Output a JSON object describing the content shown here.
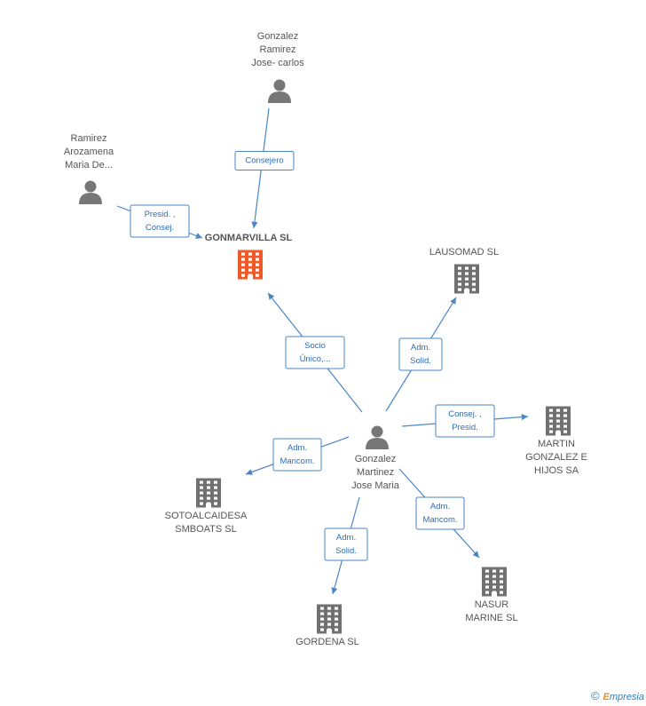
{
  "colors": {
    "edge": "#4a86c8",
    "person": "#777777",
    "company": "#707070",
    "main_company": "#f05a28"
  },
  "nodes": [
    {
      "id": "gonmarvilla",
      "kind": "company",
      "main": true,
      "lines": [
        "GONMARVILLA SL"
      ]
    },
    {
      "id": "gonzalez-ramirez",
      "kind": "person",
      "lines": [
        "Gonzalez",
        "Ramirez",
        "Jose- carlos"
      ]
    },
    {
      "id": "ramirez-arozamena",
      "kind": "person",
      "lines": [
        "Ramirez",
        "Arozamena",
        "Maria De..."
      ]
    },
    {
      "id": "gonzalez-martinez",
      "kind": "person",
      "lines": [
        "Gonzalez",
        "Martinez",
        "Jose Maria"
      ]
    },
    {
      "id": "lausomad",
      "kind": "company",
      "lines": [
        "LAUSOMAD  SL"
      ]
    },
    {
      "id": "martin-gonzalez",
      "kind": "company",
      "lines": [
        "MARTIN",
        "GONZALEZ E",
        "HIJOS SA"
      ]
    },
    {
      "id": "sotoalcaidesa",
      "kind": "company",
      "lines": [
        "SOTOALCAIDESA",
        "SMBOATS  SL"
      ]
    },
    {
      "id": "nasur",
      "kind": "company",
      "lines": [
        "NASUR",
        "MARINE  SL"
      ]
    },
    {
      "id": "gordena",
      "kind": "company",
      "lines": [
        "GORDENA SL"
      ]
    }
  ],
  "edges": [
    {
      "from": "gonzalez-ramirez",
      "to": "gonmarvilla",
      "label": [
        "Consejero"
      ]
    },
    {
      "from": "ramirez-arozamena",
      "to": "gonmarvilla",
      "label": [
        "Presid. ,",
        "Consej."
      ]
    },
    {
      "from": "gonzalez-martinez",
      "to": "gonmarvilla",
      "label": [
        "Socio",
        "Único,..."
      ]
    },
    {
      "from": "gonzalez-martinez",
      "to": "lausomad",
      "label": [
        "Adm.",
        "Solid."
      ]
    },
    {
      "from": "gonzalez-martinez",
      "to": "martin-gonzalez",
      "label": [
        "Consej. ,",
        "Presid."
      ]
    },
    {
      "from": "gonzalez-martinez",
      "to": "sotoalcaidesa",
      "label": [
        "Adm.",
        "Mancom."
      ]
    },
    {
      "from": "gonzalez-martinez",
      "to": "nasur",
      "label": [
        "Adm.",
        "Mancom."
      ]
    },
    {
      "from": "gonzalez-martinez",
      "to": "gordena",
      "label": [
        "Adm.",
        "Solid."
      ]
    }
  ],
  "brand": {
    "copyright": "©",
    "initial": "E",
    "name": "mpresia"
  }
}
